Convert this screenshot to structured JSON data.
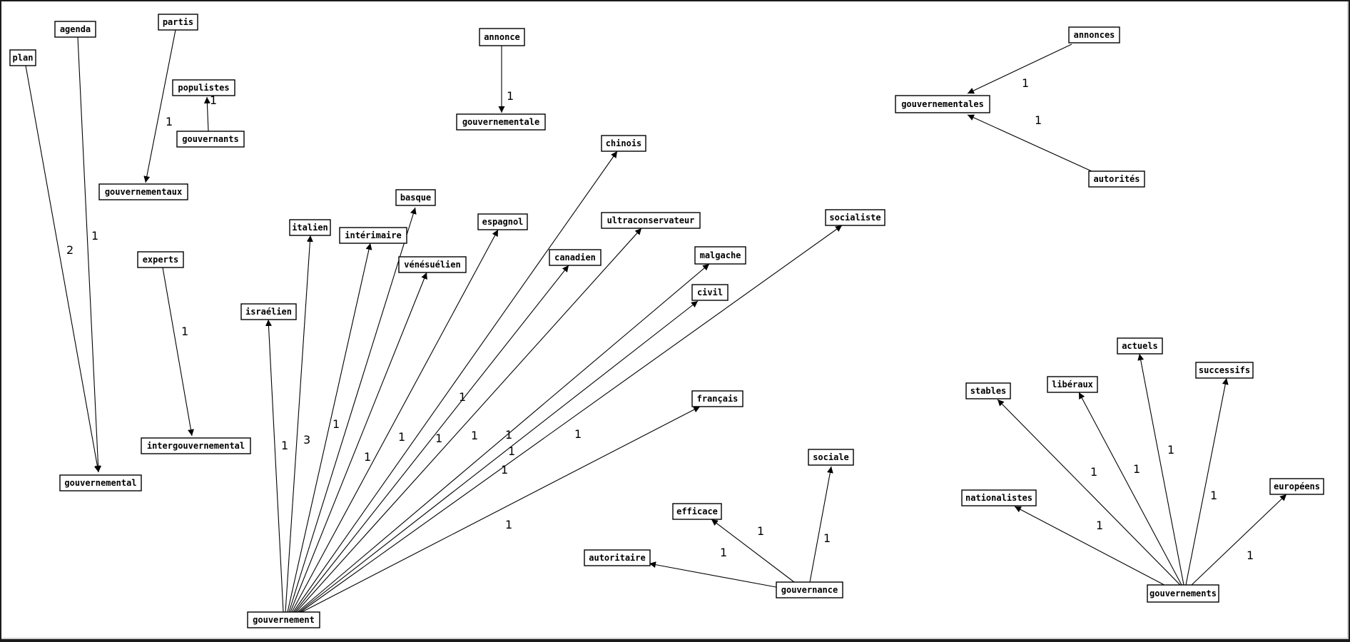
{
  "colors": {
    "background": "#ffffff",
    "stroke": "#000000",
    "frame": "#1b1b1b"
  },
  "nodes": [
    {
      "id": "plan",
      "label": "plan"
    },
    {
      "id": "agenda",
      "label": "agenda"
    },
    {
      "id": "partis",
      "label": "partis"
    },
    {
      "id": "populistes",
      "label": "populistes"
    },
    {
      "id": "gouvernants",
      "label": "gouvernants"
    },
    {
      "id": "gouvernementaux",
      "label": "gouvernementaux"
    },
    {
      "id": "experts",
      "label": "experts"
    },
    {
      "id": "intergouvernemental",
      "label": "intergouvernemental"
    },
    {
      "id": "gouvernemental",
      "label": "gouvernemental"
    },
    {
      "id": "annonce",
      "label": "annonce"
    },
    {
      "id": "gouvernementale",
      "label": "gouvernementale"
    },
    {
      "id": "annonces",
      "label": "annonces"
    },
    {
      "id": "gouvernementales",
      "label": "gouvernementales"
    },
    {
      "id": "autorites",
      "label": "autorités"
    },
    {
      "id": "chinois",
      "label": "chinois"
    },
    {
      "id": "basque",
      "label": "basque"
    },
    {
      "id": "italien",
      "label": "italien"
    },
    {
      "id": "interimaire",
      "label": "intérimaire"
    },
    {
      "id": "espagnol",
      "label": "espagnol"
    },
    {
      "id": "ultraconservateur",
      "label": "ultraconservateur"
    },
    {
      "id": "socialiste",
      "label": "socialiste"
    },
    {
      "id": "venezuelien",
      "label": "vénésuélien"
    },
    {
      "id": "canadien",
      "label": "canadien"
    },
    {
      "id": "malgache",
      "label": "malgache"
    },
    {
      "id": "civil",
      "label": "civil"
    },
    {
      "id": "israelien",
      "label": "israélien"
    },
    {
      "id": "francais",
      "label": "français"
    },
    {
      "id": "gouvernement",
      "label": "gouvernement"
    },
    {
      "id": "sociale",
      "label": "sociale"
    },
    {
      "id": "efficace",
      "label": "efficace"
    },
    {
      "id": "autoritaire",
      "label": "autoritaire"
    },
    {
      "id": "gouvernance",
      "label": "gouvernance"
    },
    {
      "id": "actuels",
      "label": "actuels"
    },
    {
      "id": "successifs",
      "label": "successifs"
    },
    {
      "id": "stables",
      "label": "stables"
    },
    {
      "id": "liberaux",
      "label": "libéraux"
    },
    {
      "id": "nationalistes",
      "label": "nationalistes"
    },
    {
      "id": "europeens",
      "label": "européens"
    },
    {
      "id": "gouvernements",
      "label": "gouvernements"
    }
  ],
  "edges": [
    {
      "from": "plan",
      "to": "gouvernemental",
      "weight": "2"
    },
    {
      "from": "agenda",
      "to": "gouvernemental",
      "weight": "1"
    },
    {
      "from": "partis",
      "to": "gouvernementaux",
      "weight": "1"
    },
    {
      "from": "gouvernants",
      "to": "populistes",
      "weight": "1"
    },
    {
      "from": "experts",
      "to": "intergouvernemental",
      "weight": "1"
    },
    {
      "from": "annonce",
      "to": "gouvernementale",
      "weight": "1"
    },
    {
      "from": "annonces",
      "to": "gouvernementales",
      "weight": "1"
    },
    {
      "from": "autorites",
      "to": "gouvernementales",
      "weight": "1"
    },
    {
      "from": "gouvernement",
      "to": "israelien",
      "weight": "1"
    },
    {
      "from": "gouvernement",
      "to": "italien",
      "weight": "3"
    },
    {
      "from": "gouvernement",
      "to": "interimaire",
      "weight": "1"
    },
    {
      "from": "gouvernement",
      "to": "basque",
      "weight": "1"
    },
    {
      "from": "gouvernement",
      "to": "venezuelien",
      "weight": "1"
    },
    {
      "from": "gouvernement",
      "to": "espagnol",
      "weight": "1"
    },
    {
      "from": "gouvernement",
      "to": "chinois",
      "weight": "1"
    },
    {
      "from": "gouvernement",
      "to": "canadien",
      "weight": "1"
    },
    {
      "from": "gouvernement",
      "to": "ultraconservateur",
      "weight": "1"
    },
    {
      "from": "gouvernement",
      "to": "malgache",
      "weight": "1"
    },
    {
      "from": "gouvernement",
      "to": "civil",
      "weight": "1"
    },
    {
      "from": "gouvernement",
      "to": "socialiste",
      "weight": "1"
    },
    {
      "from": "gouvernement",
      "to": "francais",
      "weight": "1"
    },
    {
      "from": "gouvernance",
      "to": "efficace",
      "weight": "1"
    },
    {
      "from": "gouvernance",
      "to": "autoritaire",
      "weight": "1"
    },
    {
      "from": "gouvernance",
      "to": "sociale",
      "weight": "1"
    },
    {
      "from": "gouvernements",
      "to": "stables",
      "weight": "1"
    },
    {
      "from": "gouvernements",
      "to": "liberaux",
      "weight": "1"
    },
    {
      "from": "gouvernements",
      "to": "actuels",
      "weight": "1"
    },
    {
      "from": "gouvernements",
      "to": "successifs",
      "weight": "1"
    },
    {
      "from": "gouvernements",
      "to": "nationalistes",
      "weight": "1"
    },
    {
      "from": "gouvernements",
      "to": "europeens",
      "weight": "1"
    }
  ]
}
